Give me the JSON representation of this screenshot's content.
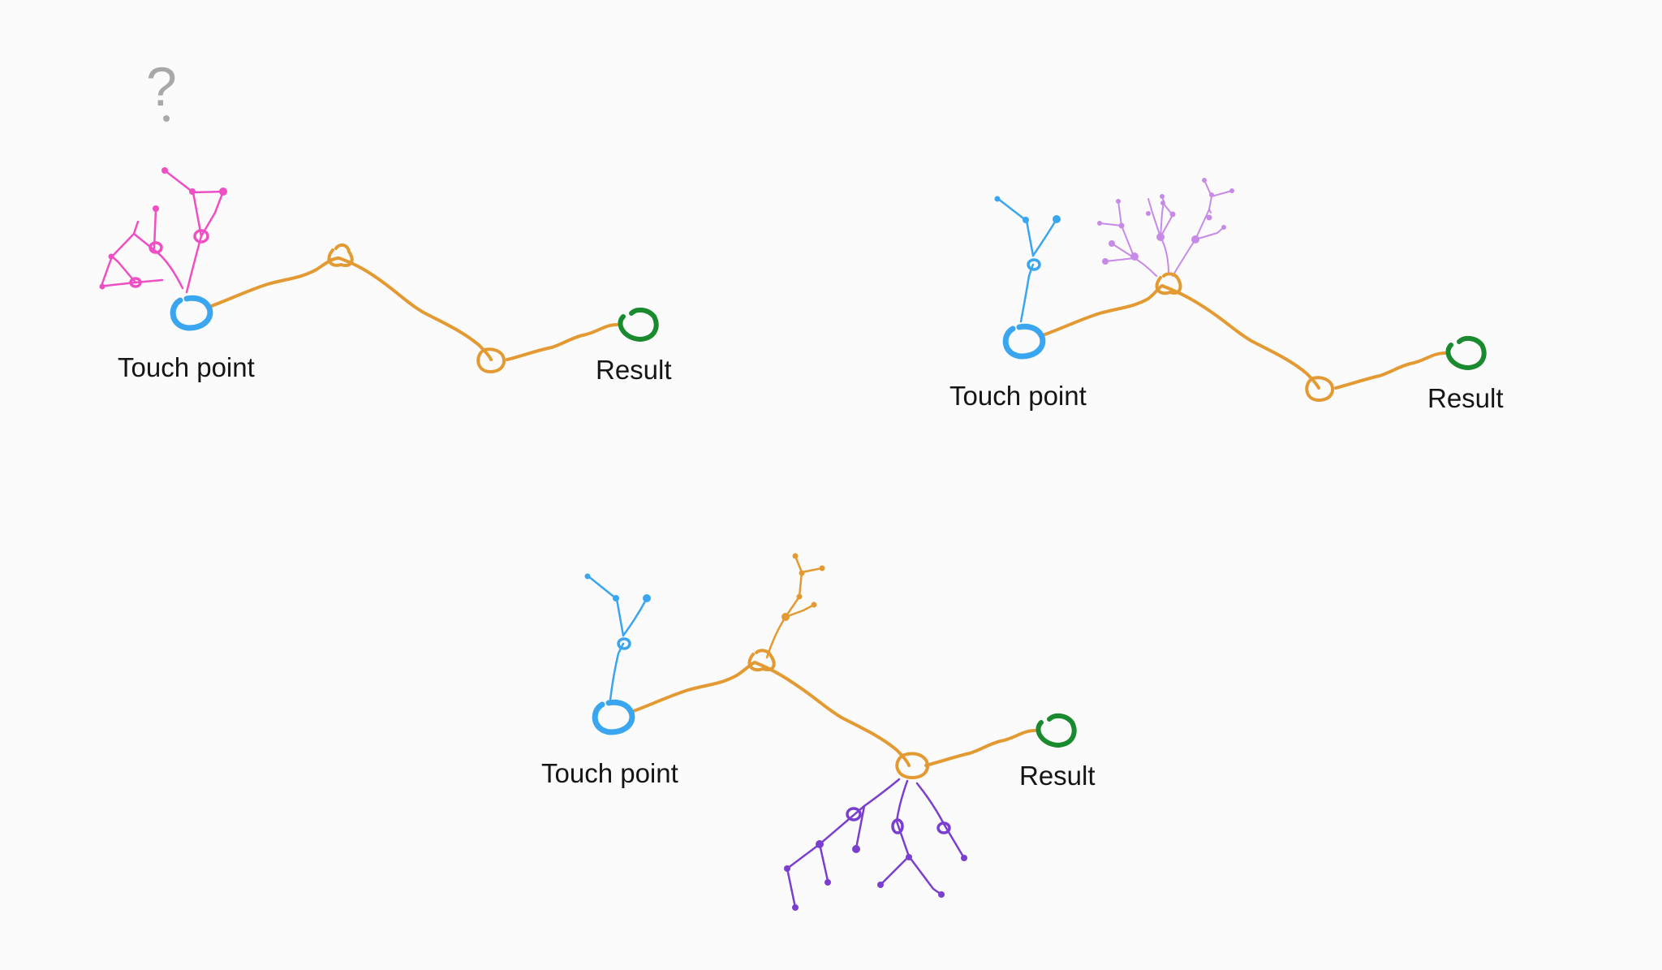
{
  "colors": {
    "background": "#fbfbfb",
    "path": "#e49a32",
    "touch_point": "#3aa6ef",
    "result": "#1a8a2e",
    "pink_branches": "#ef4fc4",
    "lavender_branches": "#c88ae8",
    "purple_branches": "#7a3fce",
    "question_mark": "#a8a8a8",
    "text": "#151515"
  },
  "diagrams": [
    {
      "question_mark": "?",
      "touch_label": "Touch point",
      "result_label": "Result"
    },
    {
      "touch_label": "Touch point",
      "result_label": "Result"
    },
    {
      "touch_label": "Touch point",
      "result_label": "Result"
    }
  ]
}
